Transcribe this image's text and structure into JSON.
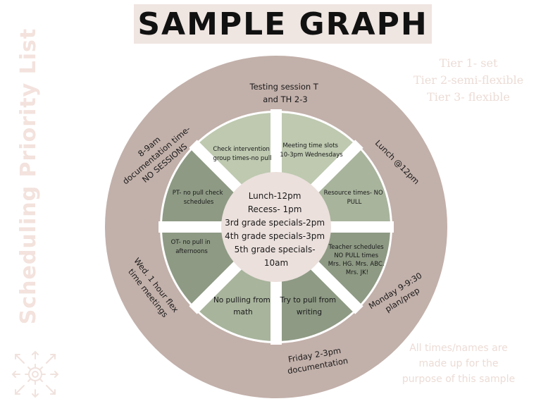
{
  "title": "SAMPLE GRAPH",
  "side_title": "Scheduling Priority List",
  "tiers": [
    "Tier 1- set",
    "Tier 2-semi-flexible",
    "Tier 3- flexible"
  ],
  "footnote": [
    "All times/names are",
    "made up for the",
    "purpose of this sample"
  ],
  "colors": {
    "outer_ring": "#c2b0aa",
    "segment_dark": "#8e9a84",
    "segment_mid": "#a8b49c",
    "segment_light": "#bec9b0",
    "center": "#ebe0dc",
    "divider": "#ffffff"
  },
  "ring_labels": {
    "top": [
      "Testing session T",
      "and TH 2-3"
    ],
    "top_left": [
      "8-9am",
      "documentation time-",
      "NO SESSIONS"
    ],
    "top_right": [
      "Lunch @12pm"
    ],
    "bottom_left": [
      "Wed. 1 hour flex",
      "time meetings"
    ],
    "bottom_right": [
      "Monday 9-9:30",
      "plan/prep"
    ],
    "bottom": [
      "Friday 2-3pm",
      "documentation"
    ]
  },
  "segments": {
    "check_intervention": [
      "Check intervention",
      "group times-no pull"
    ],
    "meeting_slots": [
      "Meeting time slots",
      "10-3pm Wednesdays"
    ],
    "pt": [
      "PT- no pull check",
      "schedules"
    ],
    "resource": [
      "Resource times- NO",
      "PULL"
    ],
    "ot": [
      "OT- no pull in",
      "afternoons"
    ],
    "teacher": [
      "Teacher schedules",
      "NO PULL times",
      "Mrs. HG. Mrs. ABC.",
      "Mrs. JK!"
    ],
    "math": [
      "No pulling from",
      "math"
    ],
    "writing": [
      "Try to pull from",
      "writing"
    ]
  },
  "center": [
    "Lunch-12pm",
    "Recess- 1pm",
    "3rd grade specials-2pm",
    "4th grade specials-3pm",
    "5th grade specials-",
    "10am"
  ]
}
